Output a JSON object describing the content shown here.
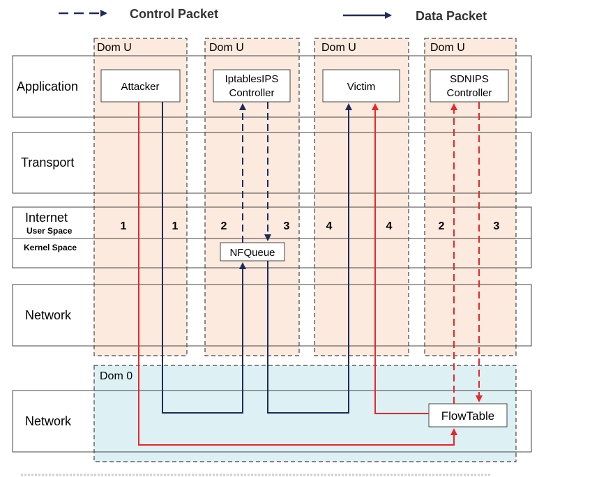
{
  "legend": {
    "control": "Control Packet",
    "data": "Data Packet"
  },
  "layers": {
    "application": "Application",
    "transport": "Transport",
    "internet": "Internet",
    "user_space": "User Space",
    "kernel_space": "Kernel Space",
    "network_upper": "Network",
    "network_lower": "Network"
  },
  "domains": {
    "dom_u_1": "Dom U",
    "dom_u_2": "Dom U",
    "dom_u_3": "Dom U",
    "dom_u_4": "Dom U",
    "dom_0": "Dom 0"
  },
  "nodes": {
    "attacker": "Attacker",
    "iptables_line1": "IptablesIPS",
    "iptables_line2": "Controller",
    "victim": "Victim",
    "sdnips_line1": "SDNIPS",
    "sdnips_line2": "Controller",
    "nfqueue": "NFQueue",
    "flowtable": "FlowTable"
  },
  "step_numbers": [
    "1",
    "1",
    "2",
    "3",
    "4",
    "4",
    "2",
    "3"
  ],
  "colors": {
    "dom_u_fill": "#fbeadd",
    "dom_0_fill": "#ddf0f3",
    "data_arrow": "#1f2a5c",
    "red_arrow": "#e8262b"
  }
}
